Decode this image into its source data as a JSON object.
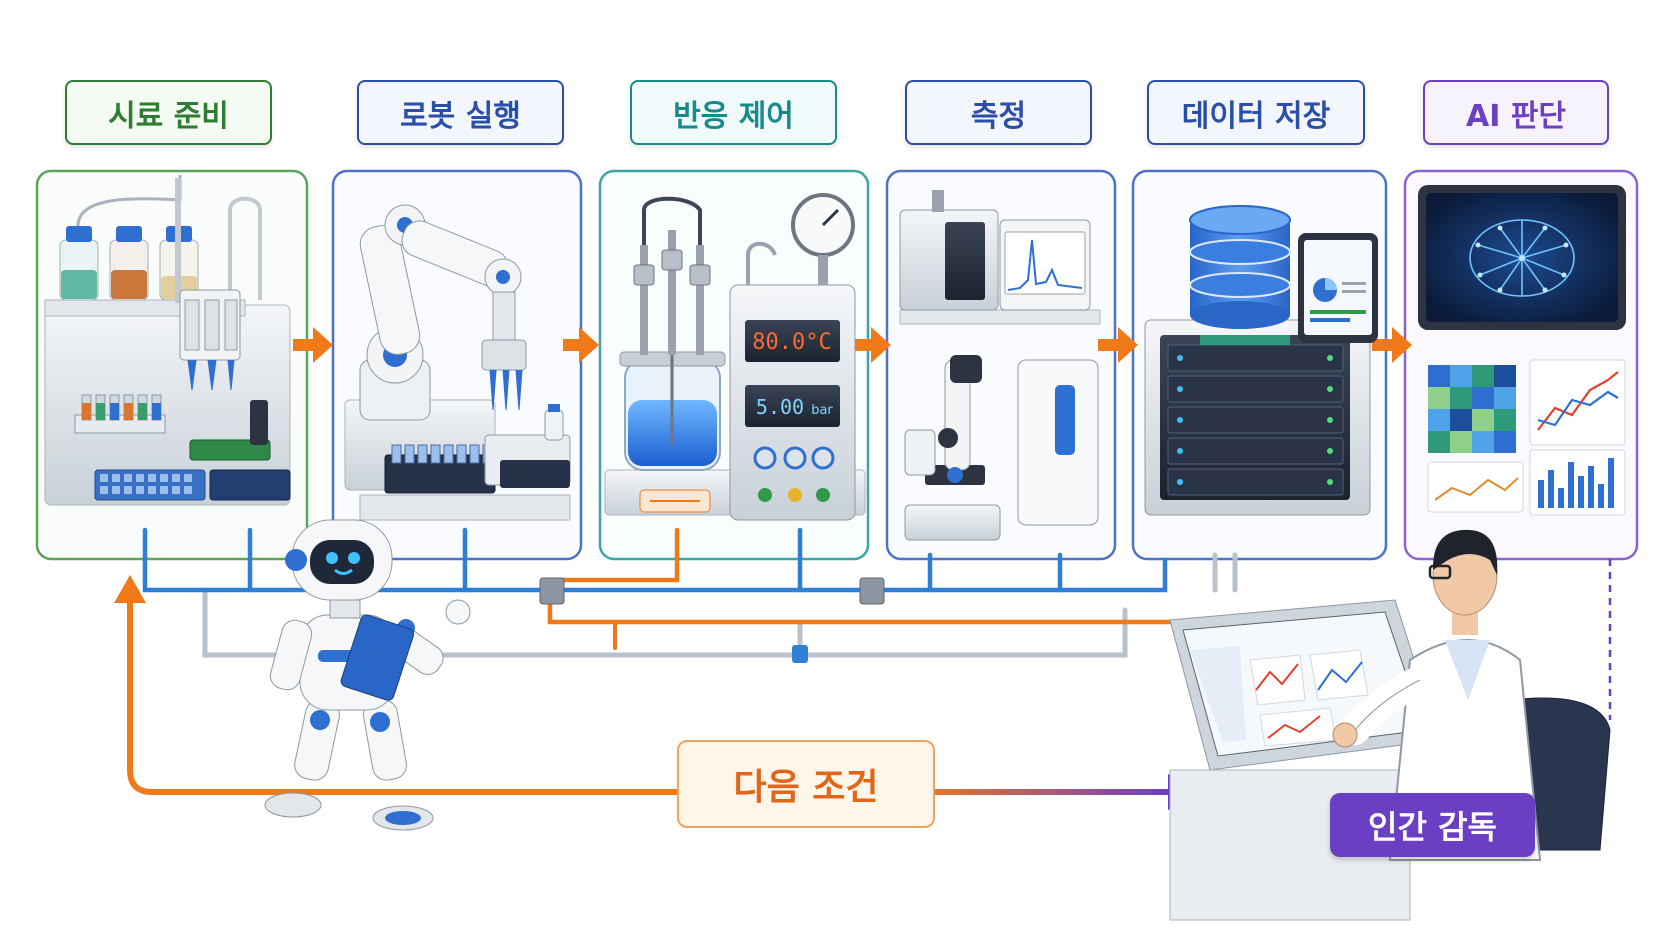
{
  "stages": [
    {
      "id": "sample-prep",
      "label": "시료 준비",
      "color": "#2e7d32"
    },
    {
      "id": "robot-exec",
      "label": "로봇 실행",
      "color": "#2a4fa8"
    },
    {
      "id": "reaction-control",
      "label": "반응 제어",
      "color": "#178a8a"
    },
    {
      "id": "measurement",
      "label": "측정",
      "color": "#2a4fa8"
    },
    {
      "id": "data-storage",
      "label": "데이터 저장",
      "color": "#2a4fa8"
    },
    {
      "id": "ai-judgment",
      "label": "AI 판단",
      "color": "#6d3fc2"
    }
  ],
  "reactor": {
    "temperature": "80.0°C",
    "pressure_value": "5.00",
    "pressure_unit": "bar"
  },
  "loop": {
    "next_conditions": "다음 조건",
    "human_oversight": "인간 감독"
  },
  "colors": {
    "arrow": "#f07a1a",
    "purple": "#6a3fc4",
    "pipe_blue": "#2f7fd6",
    "pipe_gray": "#b9c2cc"
  }
}
